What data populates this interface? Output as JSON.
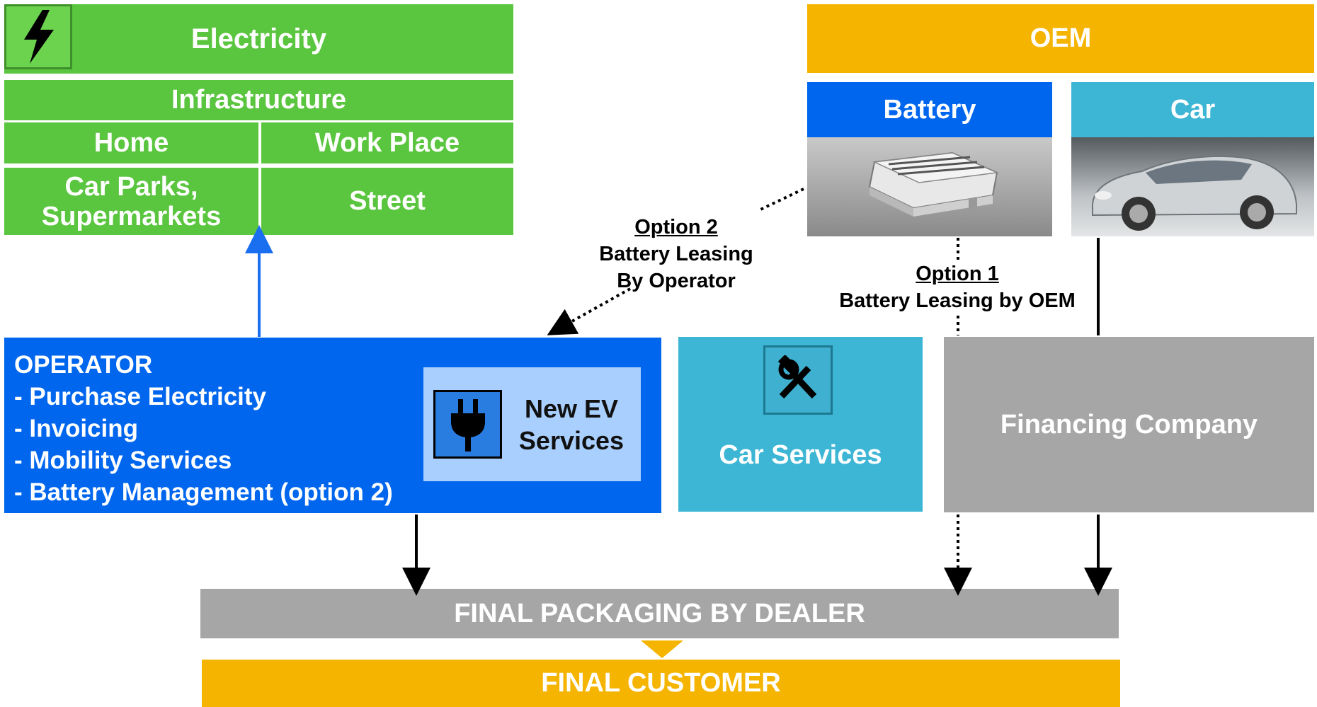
{
  "electricity": {
    "title": "Electricity",
    "icon": "lightning-icon",
    "infrastructure": {
      "title": "Infrastructure",
      "home": "Home",
      "work_place": "Work Place",
      "car_parks": "Car Parks, Supermarkets",
      "street": "Street"
    }
  },
  "oem": {
    "title": "OEM",
    "battery": "Battery",
    "car": "Car"
  },
  "options": {
    "option2_title": "Option 2",
    "option2_line1": "Battery Leasing",
    "option2_line2": "By Operator",
    "option1_title": "Option 1",
    "option1_line1": "Battery Leasing by OEM"
  },
  "operator": {
    "title": "OPERATOR",
    "items": [
      "- Purchase Electricity",
      "- Invoicing",
      "- Mobility Services",
      "- Battery Management (option 2)"
    ],
    "ev_services": "New EV Services",
    "ev_icon": "plug-icon"
  },
  "car_services": {
    "label": "Car Services",
    "icon": "tools-icon"
  },
  "financing": {
    "label": "Financing Company"
  },
  "dealer": {
    "label": "FINAL PACKAGING BY DEALER"
  },
  "customer": {
    "label": "FINAL CUSTOMER"
  },
  "colors": {
    "green": "#5ac53e",
    "blue": "#0066ee",
    "teal": "#3db5d4",
    "gray": "#a6a6a6",
    "orange": "#f5b400"
  }
}
